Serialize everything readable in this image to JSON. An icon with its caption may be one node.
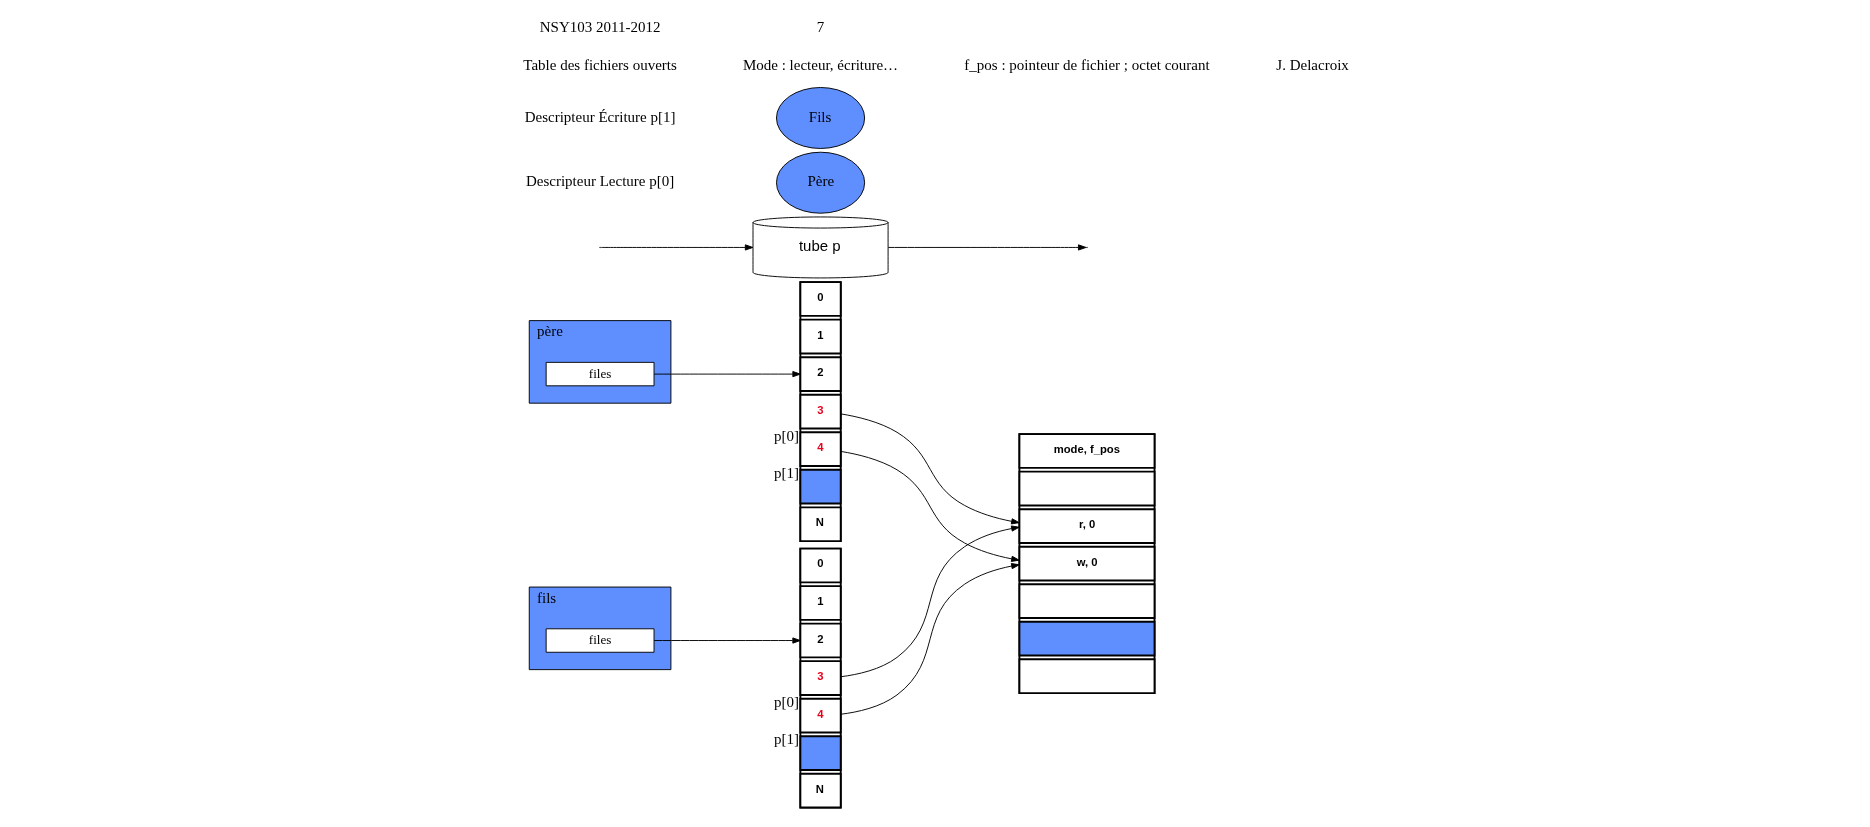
{
  "diagram": {
    "nodes": [
      {
        "text": [],
        "shape": "box",
        "beside": [
          "père"
        ]
      },
      {
        "text": [
          "files"
        ],
        "in": 0
      },
      {
        "text": [],
        "shape": "box",
        "beside": [
          "fils"
        ]
      },
      {
        "text": [
          "files"
        ],
        "in": 2
      },
      {
        "text": [],
        "shape": "box"
      },
      {
        "text": [
          "0"
        ],
        "in": 4
      },
      {
        "text": [
          "1"
        ],
        "in": 4
      },
      {
        "text": [
          "2"
        ],
        "in": 4
      },
      {
        "text": [
          "3"
        ],
        "in": 4,
        "beside": [
          "p[0]"
        ]
      },
      {
        "text": [
          "4"
        ],
        "in": 4,
        "beside": [
          "p[1]"
        ]
      },
      {
        "text": [],
        "shape": "box",
        "in": 4
      },
      {
        "text": [
          "N"
        ],
        "in": 4
      },
      {
        "text": [],
        "shape": "box"
      },
      {
        "text": [
          "0"
        ],
        "in": 12
      },
      {
        "text": [
          "1"
        ],
        "in": 12
      },
      {
        "text": [
          "2"
        ],
        "in": 12
      },
      {
        "text": [
          "3"
        ],
        "in": 12,
        "beside": [
          "p[0]"
        ]
      },
      {
        "text": [
          "4"
        ],
        "in": 12,
        "beside": [
          "p[1]"
        ]
      },
      {
        "text": [],
        "shape": "box",
        "in": 12
      },
      {
        "text": [
          "N"
        ],
        "in": 12
      },
      {
        "text": [],
        "shape": "box"
      },
      {
        "text": [
          "mode, f_pos"
        ],
        "in": 20
      },
      {
        "text": [],
        "shape": "box",
        "in": 20
      },
      {
        "text": [
          "r, 0"
        ],
        "in": 20
      },
      {
        "text": [
          "w, 0"
        ],
        "in": 20
      },
      {
        "text": [],
        "shape": "box",
        "in": 20
      },
      {
        "text": [],
        "shape": "box",
        "in": 20
      },
      {
        "text": [],
        "shape": "box",
        "in": 20
      },
      {
        "text": [
          "tube p"
        ]
      },
      {
        "text": [
          "Père"
        ]
      },
      {
        "text": [
          "Fils"
        ]
      }
    ],
    "edges": [
      {
        "from": 1,
        "to": 7,
        "arrow": "to"
      },
      {
        "from": 8,
        "to": 23,
        "arrow": "to"
      },
      {
        "from": 9,
        "to": 24,
        "arrow": "to"
      },
      {
        "from": 3,
        "to": 15,
        "arrow": "to"
      },
      {
        "from": 16,
        "to": 23,
        "arrow": "to"
      },
      {
        "from": 17,
        "to": 24,
        "arrow": "to"
      },
      {
        "from": 28,
        "to": null,
        "arrow": "to"
      },
      {
        "from": null,
        "to": 28,
        "arrow": "to"
      }
    ],
    "labels": [
      "Descripteur Lecture p[0]",
      "Descripteur Écriture p[1]",
      "Table des fichiers ouverts",
      "Mode : lecteur, écriture…",
      "NSY103 2011-2012",
      "f_pos : pointeur de fichier ; octet courant",
      "J. Delacroix",
      "7"
    ]
  }
}
